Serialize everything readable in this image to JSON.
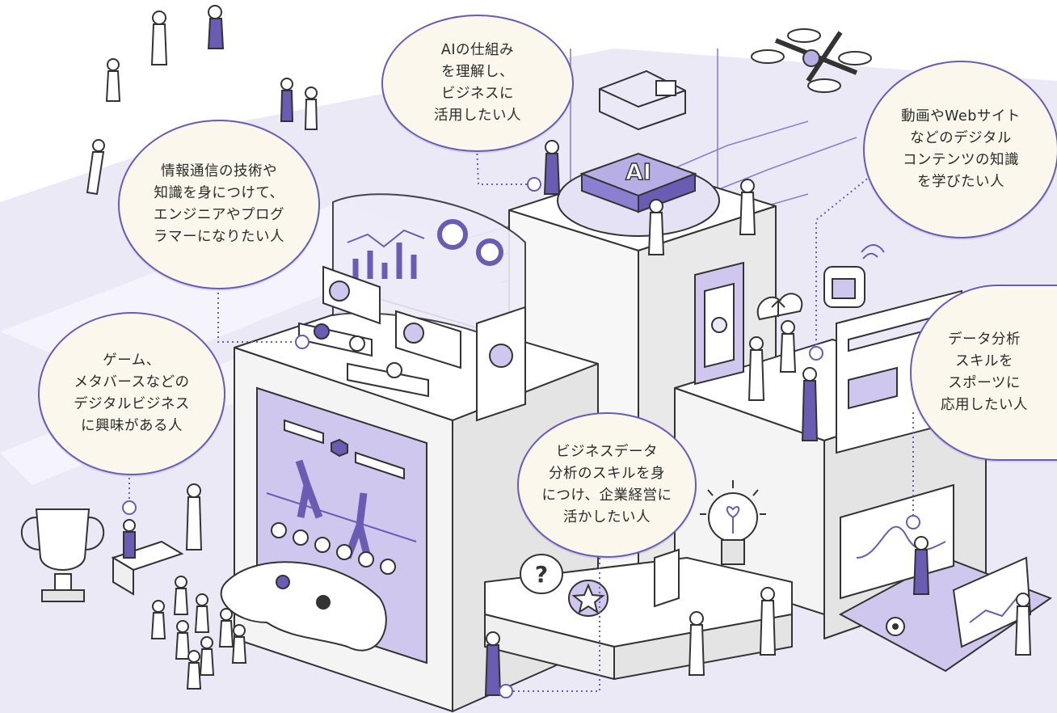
{
  "colors": {
    "accent": "#6a5bb3",
    "accent_light": "#cfc7ee",
    "floor": "#ebe8f6",
    "bubble_fill": "#fbf7ec",
    "line": "#3a3a3a"
  },
  "icons": [
    "vr-headset-icon",
    "drone-icon",
    "ai-chip-icon",
    "trophy-icon",
    "game-controller-icon",
    "lightbulb-icon",
    "smartphone-icon",
    "cloud-upload-icon",
    "smartwatch-icon",
    "soccer-ball-icon",
    "question-mark-icon",
    "star-badge-icon",
    "bar-chart-icon",
    "pie-chart-icon",
    "donut-chart-icon",
    "line-chart-icon",
    "wifi-icon"
  ],
  "bubbles": {
    "ai": "AIの仕組み\nを理解し、\nビジネスに\n活用したい人",
    "ict": "情報通信の技術や\n知識を身につけて、\nエンジニアやプログ\nラマーになりたい人",
    "digital_content": "動画やWebサイト\nなどのデジタル\nコンテンツの知識\nを学びたい人",
    "game": "ゲーム、\nメタバースなどの\nデジタルビジネス\nに興味がある人",
    "business_data": "ビジネスデータ\n分析のスキルを身\nにつけ、企業経営に\n活かしたい人",
    "sports": "データ分析\nスキルを\nスポーツに\n応用したい人"
  },
  "labels": {
    "ai_chip": "AI"
  }
}
